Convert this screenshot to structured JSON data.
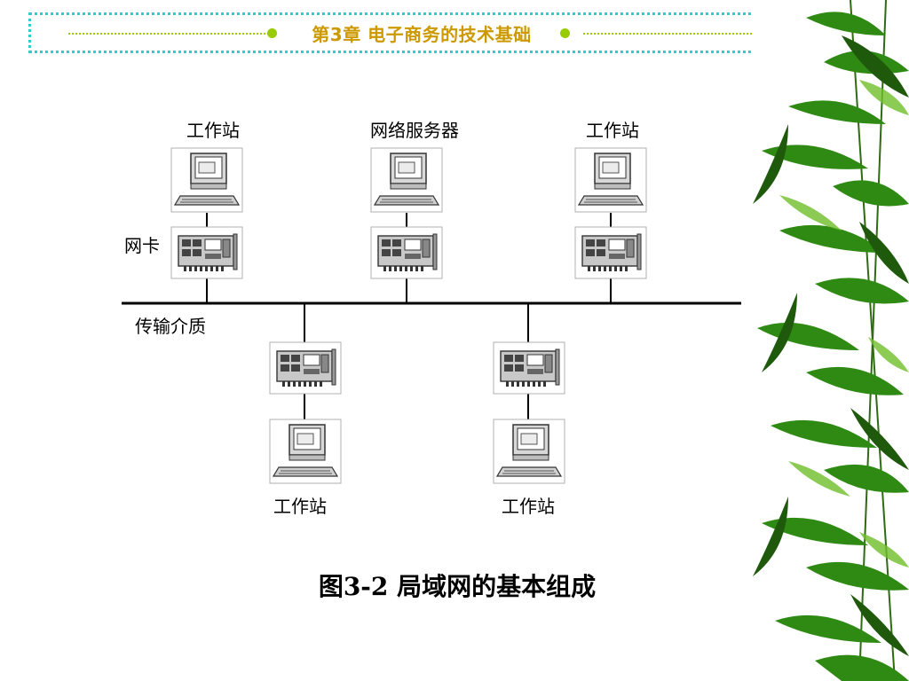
{
  "header": {
    "title": "第3章  电子商务的技术基础"
  },
  "diagram": {
    "workstation_label": "工作站",
    "server_label": "网络服务器",
    "nic_label": "网卡",
    "medium_label": "传输介质"
  },
  "caption": "图3-2   局域网的基本组成",
  "colors": {
    "frame": "#33cccc",
    "accent": "#99cc00",
    "title": "#cc9900"
  }
}
